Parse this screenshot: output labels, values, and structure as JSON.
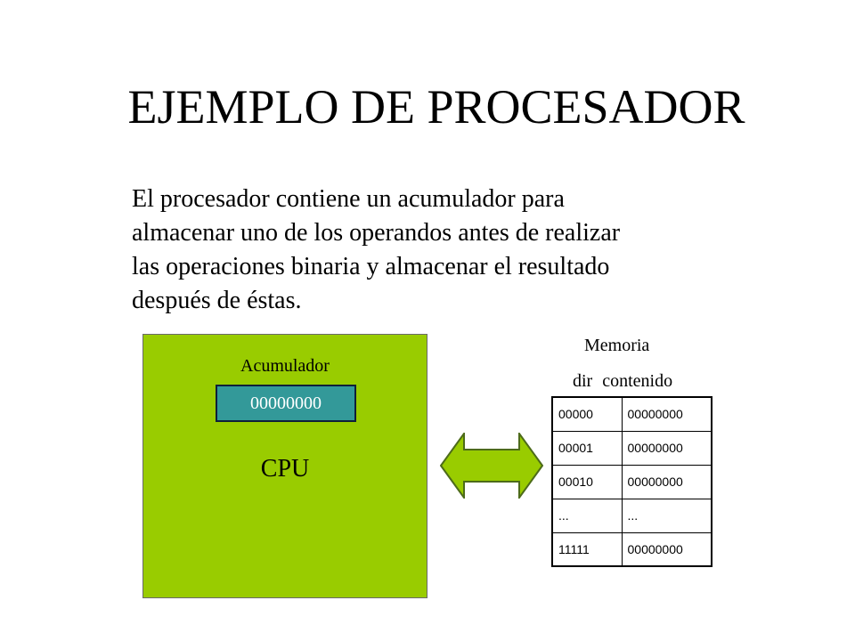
{
  "title": "EJEMPLO DE PROCESADOR",
  "paragraph": [
    "El procesador contiene un acumulador para",
    "almacenar uno de los operandos antes de realizar",
    "las operaciones binaria y almacenar el resultado",
    "después de éstas."
  ],
  "cpu": {
    "accumulator_label": "Acumulador",
    "accumulator_value": "00000000",
    "label": "CPU",
    "color": "#99cc00",
    "register_color": "#339999"
  },
  "arrow": {
    "icon": "double-headed-arrow-icon",
    "color": "#99cc00"
  },
  "memory": {
    "title": "Memoria",
    "col_dir": "dir",
    "col_content": "contenido",
    "rows": [
      {
        "addr": "00000",
        "value": "00000000"
      },
      {
        "addr": "00001",
        "value": "00000000"
      },
      {
        "addr": "00010",
        "value": "00000000"
      },
      {
        "addr": "...",
        "value": "..."
      },
      {
        "addr": "11111",
        "value": "00000000"
      }
    ]
  }
}
